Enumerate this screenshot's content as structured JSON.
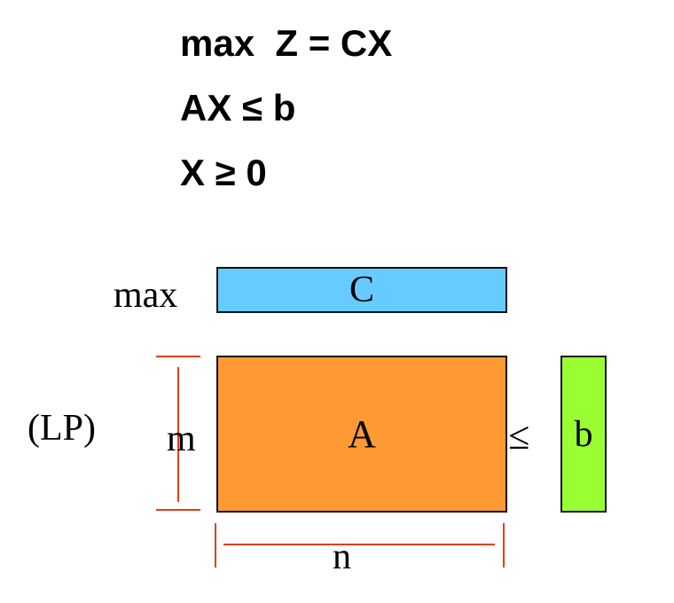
{
  "equations": {
    "objective": "max  Z = CX",
    "constraint": "AX ≤ b",
    "nonnegativity": "X ≥ 0"
  },
  "diagram": {
    "max_label": "max",
    "lp_label": "(LP)",
    "c_label": "C",
    "a_label": "A",
    "b_label": "b",
    "m_label": "m",
    "n_label": "n",
    "leq_symbol": "≤",
    "colors": {
      "c_fill": "#66ccff",
      "a_fill": "#ff9933",
      "b_fill": "#99ff33",
      "dimension_lines": "#e0401a"
    }
  }
}
